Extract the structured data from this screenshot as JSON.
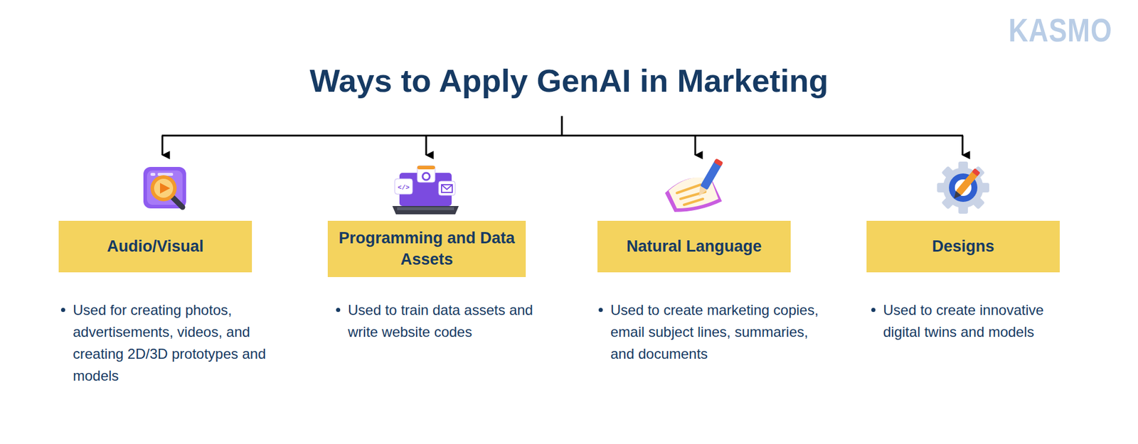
{
  "diagram": {
    "title": "Ways to Apply GenAI in Marketing",
    "nodes": [
      {
        "text": [
          "Audio/Visual",
          "Used for creating photos, advertisements, videos, and creating 2D/3D prototypes and models"
        ]
      },
      {
        "text": [
          "Programming and Data Assets",
          "Used to train data assets and write website codes"
        ]
      },
      {
        "text": [
          "Natural Language",
          "Used to create marketing copies, email subject lines, summaries, and documents"
        ]
      },
      {
        "text": [
          "Designs",
          "Used to create innovative digital twins and models"
        ]
      }
    ],
    "labels": [
      "KASMO"
    ]
  }
}
